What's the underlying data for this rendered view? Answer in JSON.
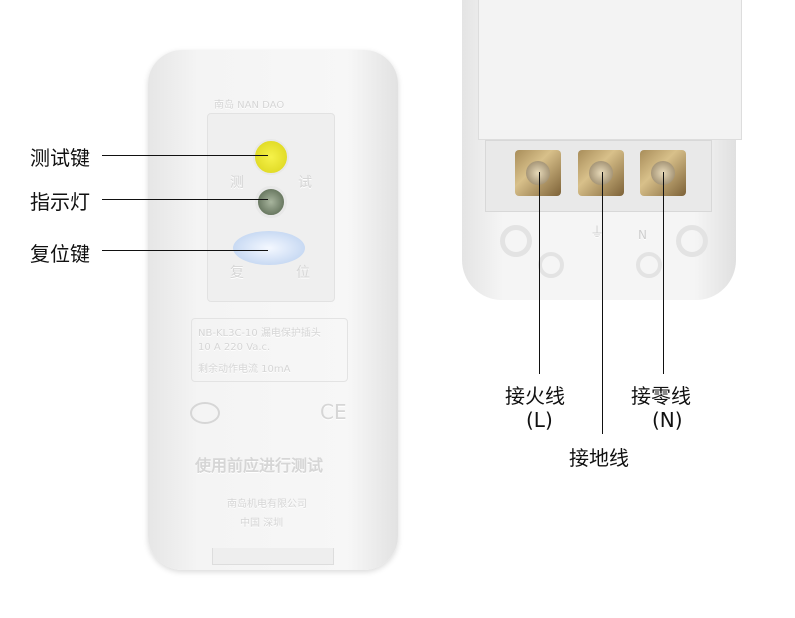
{
  "left_device": {
    "brand": "南岛 NAN DAO",
    "test_side_chars": [
      "测",
      "试"
    ],
    "reset_side_chars": [
      "复",
      "位"
    ],
    "spec_lines": [
      "NB-KL3C-10  漏电保护插头",
      "10 A  220 Va.c.",
      "剩余动作电流 10mA"
    ],
    "notice": "使用前应进行测试",
    "maker": "南岛机电有限公司",
    "origin": "中国  深圳",
    "ce_mark": "CE",
    "colors": {
      "test_button": "#f1ec2a",
      "indicator": "#5c6e55",
      "reset_button": "#bcd2f0"
    }
  },
  "callouts_left": [
    {
      "label": "测试键"
    },
    {
      "label": "指示灯"
    },
    {
      "label": "复位键"
    }
  ],
  "right_device": {
    "earth_mark": "⏚",
    "n_mark": "N"
  },
  "callouts_right": [
    {
      "label": "接火线",
      "sub": "(L)"
    },
    {
      "label": "接地线",
      "sub": ""
    },
    {
      "label": "接零线",
      "sub": "(N)"
    }
  ]
}
